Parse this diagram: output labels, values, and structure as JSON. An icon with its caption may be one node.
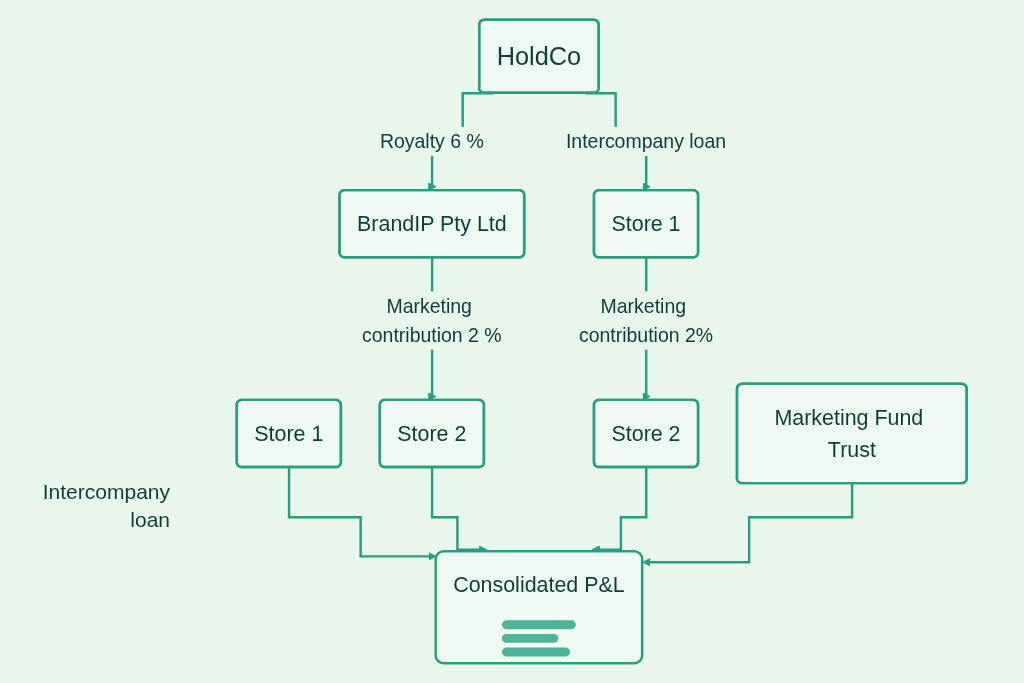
{
  "diagram": {
    "nodes": [
      {
        "text": [
          "HoldCo"
        ]
      },
      {
        "text": [
          "BrandIP Pty Ltd"
        ]
      },
      {
        "text": [
          "Store 1"
        ]
      },
      {
        "text": [
          "Store 1"
        ]
      },
      {
        "text": [
          "Store 2"
        ]
      },
      {
        "text": [
          "Store 2"
        ]
      },
      {
        "text": [
          "Marketing Fund Trust"
        ]
      },
      {
        "text": [
          "Consolidated P&L"
        ]
      }
    ],
    "edges": [
      {
        "from": 0,
        "to": 1,
        "arrow": "to",
        "label": "Royalty 6 %"
      },
      {
        "from": 0,
        "to": 2,
        "arrow": "to",
        "label": "Intercompany loan"
      },
      {
        "from": 1,
        "to": 4,
        "arrow": "to",
        "label": "Marketing contribution 2 %"
      },
      {
        "from": 2,
        "to": 5,
        "arrow": "to",
        "label": "Marketing contribution 2%"
      },
      {
        "from": 3,
        "to": 7,
        "arrow": "to"
      },
      {
        "from": 4,
        "to": 7,
        "arrow": "to"
      },
      {
        "from": 5,
        "to": 7,
        "arrow": "to"
      },
      {
        "from": 6,
        "to": 7,
        "arrow": "to"
      }
    ],
    "labels": [
      "Intercompany loan"
    ]
  }
}
